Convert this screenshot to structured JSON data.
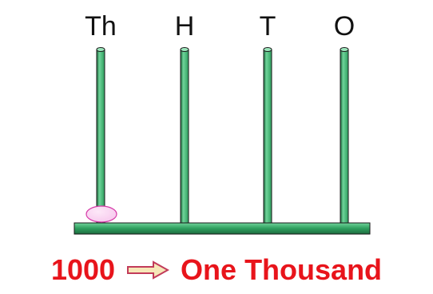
{
  "abacus": {
    "places": [
      {
        "label": "Th",
        "beads": 1
      },
      {
        "label": "H",
        "beads": 0
      },
      {
        "label": "T",
        "beads": 0
      },
      {
        "label": "O",
        "beads": 0
      }
    ],
    "colors": {
      "rod": "#2e9e5e",
      "rod_light": "#6fd49a",
      "rod_dark": "#1d6b3e",
      "bead": "#f7c9ee",
      "bead_stroke": "#d63aa8"
    }
  },
  "caption": {
    "number": "1000",
    "arrow": "right-arrow-icon",
    "words": "One Thousand",
    "color": "#e8141b"
  }
}
